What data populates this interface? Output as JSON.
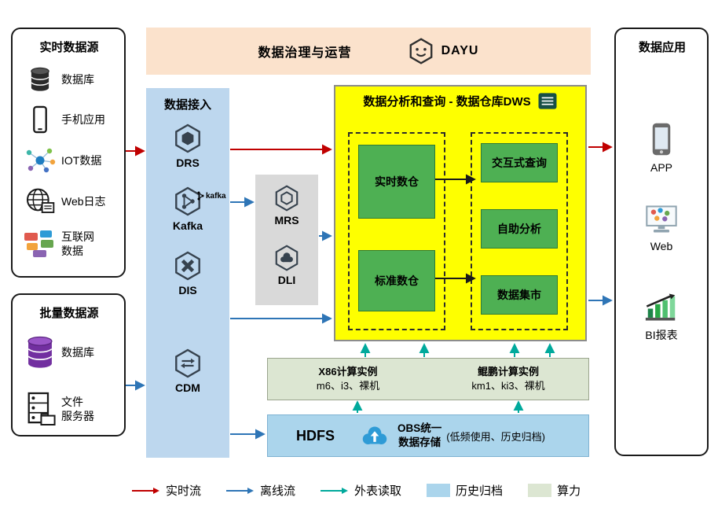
{
  "banner": {
    "title": "数据治理与运营",
    "logo": "DAYU"
  },
  "realtime_sources": {
    "title": "实时数据源",
    "items": [
      {
        "icon": "database-icon",
        "label": "数据库"
      },
      {
        "icon": "phone-icon",
        "label": "手机应用"
      },
      {
        "icon": "iot-icon",
        "label": "IOT数据"
      },
      {
        "icon": "web-log-icon",
        "label": "Web日志"
      },
      {
        "icon": "internet-data-icon",
        "label": "互联网\n数据"
      }
    ]
  },
  "batch_sources": {
    "title": "批量数据源",
    "items": [
      {
        "icon": "database-purple-icon",
        "label": "数据库"
      },
      {
        "icon": "file-server-icon",
        "label": "文件\n服务器"
      }
    ]
  },
  "ingest": {
    "title": "数据接入",
    "services": [
      {
        "label": "DRS"
      },
      {
        "label": "Kafka",
        "tag": "kafka"
      },
      {
        "label": "DIS"
      },
      {
        "label": "CDM"
      }
    ]
  },
  "processing": {
    "services": [
      {
        "label": "MRS"
      },
      {
        "label": "DLI"
      }
    ]
  },
  "dws": {
    "title": "数据分析和查询 - 数据仓库DWS",
    "left_modules": [
      "实时数仓",
      "标准数仓"
    ],
    "right_modules": [
      "交互式查询",
      "自助分析",
      "数据集市"
    ]
  },
  "compute": {
    "x86_title": "X86计算实例",
    "x86_specs": "m6、i3、裸机",
    "kunpeng_title": "鲲鹏计算实例",
    "kunpeng_specs": "km1、ki3、裸机"
  },
  "storage": {
    "hdfs": "HDFS",
    "obs": "OBS统一\n数据存储",
    "note": "(低频使用、历史归档)"
  },
  "apps": {
    "title": "数据应用",
    "items": [
      {
        "icon": "app-icon",
        "label": "APP"
      },
      {
        "icon": "web-icon",
        "label": "Web"
      },
      {
        "icon": "bi-icon",
        "label": "BI报表"
      }
    ]
  },
  "legend": [
    {
      "type": "arrow",
      "color": "#c00000",
      "label": "实时流"
    },
    {
      "type": "arrow",
      "color": "#2e75b6",
      "label": "离线流"
    },
    {
      "type": "arrow",
      "color": "#00a99c",
      "label": "外表读取"
    },
    {
      "type": "swatch",
      "color": "#abd5ec",
      "label": "历史归档"
    },
    {
      "type": "swatch",
      "color": "#dce6d2",
      "label": "算力"
    }
  ]
}
